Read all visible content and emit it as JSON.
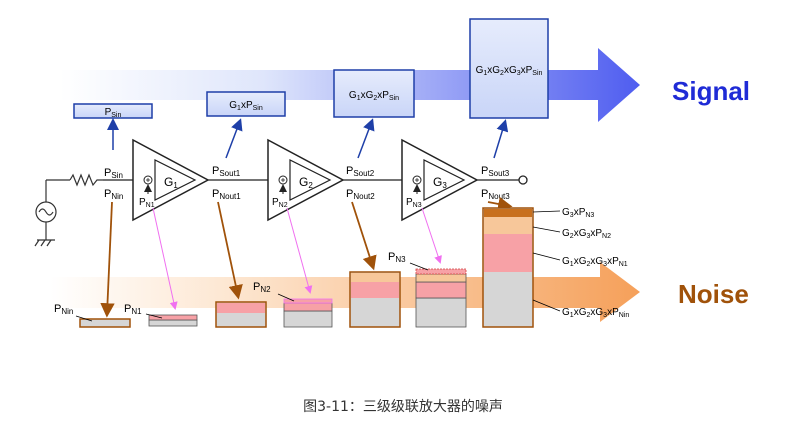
{
  "labels": {
    "signal": "Signal",
    "noise": "Noise",
    "caption": "图3-11：三级级联放大器的噪声"
  },
  "signal_boxes": [
    {
      "base": "P",
      "sub": "Sin"
    },
    {
      "pre": "G",
      "pre_sub": "1",
      "mid": "xP",
      "sub": "Sin"
    },
    {
      "pre": "G",
      "pre_sub": "1",
      "mid2": "xG",
      "mid2_sub": "2",
      "mid": "xP",
      "sub": "Sin"
    },
    {
      "pre": "G",
      "pre_sub": "1",
      "mid2": "xG",
      "mid2_sub": "2",
      "mid3": "xG",
      "mid3_sub": "3",
      "mid": "xP",
      "sub": "Sin"
    }
  ],
  "amplifiers": [
    {
      "gain": "G",
      "gain_sub": "1",
      "noise": "P",
      "noise_sub": "N1",
      "out_signal": "P",
      "out_signal_sub": "Sout1",
      "out_noise": "P",
      "out_noise_sub": "Nout1"
    },
    {
      "gain": "G",
      "gain_sub": "2",
      "noise": "P",
      "noise_sub": "N2",
      "out_signal": "P",
      "out_signal_sub": "Sout2",
      "out_noise": "P",
      "out_noise_sub": "Nout2"
    },
    {
      "gain": "G",
      "gain_sub": "3",
      "noise": "P",
      "noise_sub": "N3",
      "out_signal": "P",
      "out_signal_sub": "Sout3",
      "out_noise": "P",
      "out_noise_sub": "Nout3"
    }
  ],
  "input_labels": {
    "signal": "P",
    "signal_sub": "Sin",
    "noise": "P",
    "noise_sub": "Nin"
  },
  "noise_labels": {
    "pnin": "P",
    "pnin_sub": "Nin",
    "pn1": "P",
    "pn1_sub": "N1",
    "pn2": "P",
    "pn2_sub": "N2",
    "pn3": "P",
    "pn3_sub": "N3"
  },
  "stack_legend": [
    {
      "text": "G",
      "parts": [
        [
          "G",
          "3"
        ],
        [
          "xP",
          "N3"
        ]
      ]
    },
    {
      "text": "G",
      "parts": [
        [
          "G",
          "2"
        ],
        [
          "xG",
          "3"
        ],
        [
          "xP",
          "N2"
        ]
      ]
    },
    {
      "text": "G",
      "parts": [
        [
          "G",
          "1"
        ],
        [
          "xG",
          "2"
        ],
        [
          "xG",
          "3"
        ],
        [
          "xP",
          "N1"
        ]
      ]
    },
    {
      "text": "G",
      "parts": [
        [
          "G",
          "1"
        ],
        [
          "xG",
          "2"
        ],
        [
          "xG",
          "3"
        ],
        [
          "xP",
          "Nin"
        ]
      ]
    }
  ],
  "colors": {
    "signal_blue": "#1f2bd6",
    "noise_brown": "#a0520a",
    "box_stroke": "#1e3fa8",
    "gray_layer": "#d6d6d6",
    "pink_layer": "#f7a1a6",
    "peach_layer": "#f7c79a",
    "top_layer": "#c8701e",
    "magenta_arrow": "#f070f0",
    "gain_arrow": "#8a4a10"
  }
}
